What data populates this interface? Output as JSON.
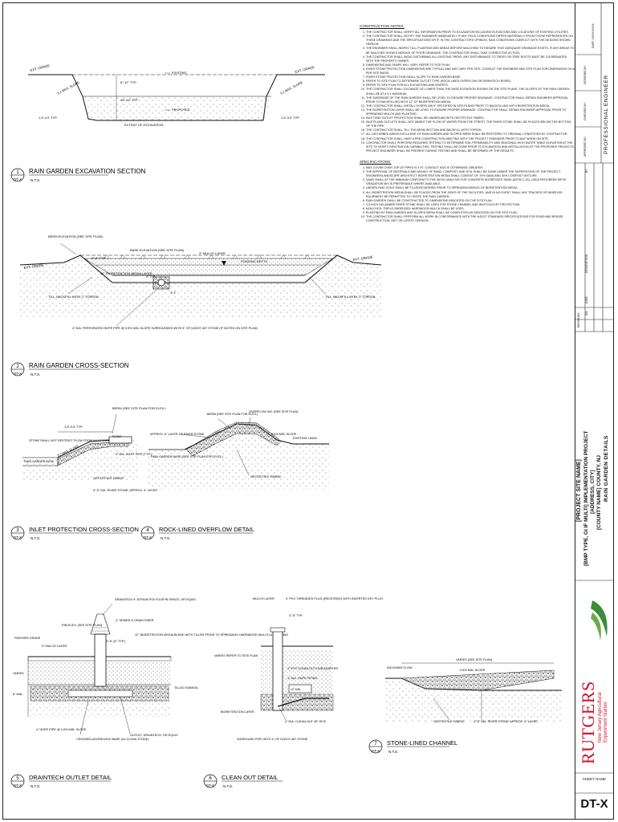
{
  "notes": {
    "construction_heading": "CONSTRUCTION NOTES:",
    "construction": [
      "THE CONTRACTOR SHALL VERIFY ALL INFORMATION PRIOR TO EXCAVATION INCLUDING ELEVATIONS AND LOCATIONS OF EXISTING UTILITIES.",
      "THE CONTRACTOR SHALL NOTIFY THE ENGINEER IMMEDIATELY IF ANY FIELD CONDITIONS DIFFER MATERIALLY FROM THOSE REPRESENTED ON THESE DRAWINGS AND THE SPECIFICATIONS OR IF, IN THE CONTRACTOR'S OPINION, SAID CONDITIONS CONFLICT WITH THE DESIGNS SHOWN HEREON.",
      "THE ENGINEER SHALL INSPECT ALL PLANTING BED AREAS BEFORE MULCHING TO ENSURE THAT ADEQUATE DRAINAGE EXISTS. IF ANY AREAS TO BE MULCHED SHOW EVIDENCE OF POOR DRAINAGE, THE CONTRACTOR SHALL TAKE CORRECTIVE ACTION.",
      "THE CONTRACTOR SHALL AVOID DISTURBING ALL EXISTING TREES. ANY DISTURBANCE TO TREES OR TREE ROOTS MUST BE COORDINATED WITH THE PROPERTY OWNER.",
      "DIMENSIONS AND SHAPE WILL VARY. REFER TO SITE PLAN.",
      "RIVER STONE PROTECTION DIMENSIONS ARE TYPICAL AND MAY VARY PER SITE. CONSULT THE ENGINEER AND SITE PLAN FOR DIMENSIONS ON A PER SITE BASIS.",
      "RIVER STONE PROTECTION SHALL SLOPE TO RAIN GARDEN BASE.",
      "REFER TO SITE PLAN TO DETERMINE OUTLET TYPE (ROCK-LINED OVERFLOW OR DRAINTECH RISER).",
      "REFER TO SITE PLAN FOR ALL ELEVATIONS AND INVERTS.",
      "THE CONTRACTOR SHALL EXCAVATE 18\" LOWER THAN THE BASE ELEVATION SHOWN ON THE SITE PLANS. THE SLOPES OF THE RAIN GARDEN SHALL BE AT A 3:1 MAXIMUM.",
      "THE SUBGRADE OF THE RAIN GARDEN SHALL BE LEVEL TO ENSURE PROPER DRAINAGE. CONTRACTOR SHALL OBTAIN ENGINEER APPROVAL PRIOR TO BACKFILLING WITH 12\" OF BIORETENTION MEDIA.",
      "THE CONTRACTOR SHALL INSTALL OVERFLOW IF SPECIFIED IN SITE PLANS PRIOR TO BACKFILLING WITH BIORETENTION MEDIA.",
      "THE BIORETENTION LAYER SHALL BE LEVEL TO ENSURE PROPER DRAINAGE. CONTRACTOR SHALL OBTAIN ENGINEER APPROVAL PRIOR TO SPREADING MULCH AND PLANTING.",
      "INLET AND OUTLET PROTECTION SHALL BE UNDERLAIN WITH GEOTEXTILE FABRIC.",
      "INLETS AND OUTLETS SHALL NOT INHIBIT THE FLOW OF WATER FROM THE STREET. THE RIVER STONE SHALL BE PLACED BELOW THE BOTTOM OF THE PIPE.",
      "THE CONTRACTOR SHALL TILL THE BERM SECTION AND BACKFILL WITH TOPSOIL.",
      "ALL DISTURBED AREAS EXCLUSIVE OF RAIN GARDEN AND SLOPED BERM SHALL BE RESTORED TO ORIGINAL CONDITIONS BY CONTRACTOR.",
      "THE CONTRACTOR SHALL HAVE A PRE-CONSTRUCTION MEETING WITH THE PROJECT ENGINEER PRIOR TO ANY WORK ON SITE.",
      "CONTRACTOR SHALL PERFORM REQUIRED TESTING TO DETERMINE SOIL PERMEABILITY AND SEASONAL HIGH WATER TABLE ELEVATION AT THE SITE TO VERIFY INFILTRATION CAPABILITIES. TESTING SHALL BE DONE PRIOR TO EXCAVATION AND INSTALLATION OF THE PROPOSED PROJECTS. PROJECT ENGINEER SHALL BE PRESENT DURING TESTING AND SHALL BE INFORMED OF THE RESULTS."
    ],
    "spec_heading": "SPECIFICATIONS:",
    "specifications": [
      "MAX COVER OVER TOP OF PIPES IS 4 FT. CONTACT NGS IF OTHERWISE GREATER.",
      "THE APPROVAL OF MATERIALS AND MIXING OF SAND, COMPOST, AND SOIL SHALL BE DONE UNDER THE SUPERVISION OF THE PROJECT ENGINEER/LANDSCAPE ARCHITECT. BIORETENTION MEDIA SHALL CONSIST OF 70% SAND AND 30% COMPOST MIXTURE.",
      "SAND SHALL AT THE MINIMUM CONFORM TO THE SIEVE ANALYSIS FOR CONCRETE AGGREGATE SAND (ASTM C-33). USDA FEE/GREEN SIEVE GRADATION MIX IS PREFERABLE WHERE AVAILABLE.",
      "UNDERLYING SOILS SHALL BE TILLED/SCARIFIED PRIOR TO SPREADING/MIXING OF BIORETENTION MEDIA.",
      "ALL BIORETENTION MEDIA SHALL BE PLACED FROM THE SIDES OF THE FACILITIES, AND IN NO EVENT SHALL ANY TRACKED OR WHEELED EQUIPMENT BE PERMITTED TO CROSS THE RAIN GARDEN.",
      "RAIN GARDEN SHALL BE CONSTRUCTED TO DIMENSIONS INDICATED ON THE SITE PLAN.",
      "3-5 INCH DELAWARE RIVER STONE SHALL BE USED FOR STONE CHANNEL AND INLET/OUTLET PROTECTION.",
      "NON-DYED, TRIPLE-SHREDDED HARDWOOD MULCH SHALL BE USED.",
      "PLANTING BY RAIN GARDEN AND SLOPED BERM SHALL BE COMPLETED AS INDICATED ON THE SITE PLAN.",
      "THE CONTRACTOR SHALL PERFORM ALL WORK IN CONFORMANCE WITH THE NJDOT STANDARD SPECIFICATIONS FOR ROAD AND BRIDGE CONSTRUCTION, 2007 OR LATEST VERSION."
    ]
  },
  "details": [
    {
      "num": "1",
      "sheet": "DT-X",
      "title": "RAIN GARDEN EXCAVATION SECTION",
      "scale": "N.T.S."
    },
    {
      "num": "2",
      "sheet": "DT-X",
      "title": "RAIN GARDEN CROSS-SECTION",
      "scale": "N.T.S."
    },
    {
      "num": "3",
      "sheet": "DT-X",
      "title": "INLET PROTECTION CROSS-SECTION",
      "scale": "N.T.S."
    },
    {
      "num": "4",
      "sheet": "DT-X",
      "title": "ROCK-LINED OVERFLOW DETAIL",
      "scale": "N.T.S."
    },
    {
      "num": "5",
      "sheet": "DT-X",
      "title": "DRAINTECH OUTLET DETAIL",
      "scale": "N.T.S."
    },
    {
      "num": "6",
      "sheet": "DT-X",
      "title": "CLEAN OUT DETAIL",
      "scale": "N.T.S."
    },
    {
      "num": "7",
      "sheet": "DT-X",
      "title": "STONE-LINED CHANNEL",
      "scale": "N.T.S."
    }
  ],
  "labels": {
    "d1": [
      "EXT. GRADE",
      "EXISTING",
      "6\"-12\" TYP.",
      "3:1 MAX. SLOPE",
      "18\"-24\" TYP.",
      "EXT. GRADE",
      "3:1 MAX. SLOPE",
      "PROPOSED",
      "EXTENT OF EXCAVATION",
      "1.5'-3.0' TYP.",
      "1.5'-3.0' TYP."
    ],
    "d2": [
      "BERM ELEVATION (SEE SITE PLAN)",
      "BASE ELEVATION (SEE SITE PLAN)",
      "3\" MULCH LAYER",
      "3\"-6\" TYP.",
      "EXT. GRADE",
      "PONDING DEPTH",
      "EXT. GRADE",
      "12\" BIORETENTION MEDIA LAYER",
      "TILL, BACKFILL WITH 2\" TOPSOIL",
      "TILL, BACKFILL WITH 2\" TOPSOIL",
      "4\" DIA. PERFORATED HDPE PIPE @ 0.5% MIN. SLOPE SURROUNDED WITH 4\" OF NJDOT #57 STONE (IF NOTED ON SITE PLAN)",
      "4\" TYP.",
      "3\"-4\""
    ],
    "d3": [
      "BERM (SEE SITE PLAN FOR ELEV.)",
      "1.5'-3.0' TYP.",
      "STONE SHALL NOT RESTRICT FLOW FROM INLET PIPE",
      "3:1 MAX. SLOPE",
      "FLOW",
      "4\" DIA. INLET PIPE (TYP.)",
      "RAIN GARDEN BASE",
      "GEOTEXTILE FABRIC",
      "3\"-5\" DIA. RIVER STONE; APPROX. 6\" LAYER"
    ],
    "d4": [
      "BERM (SEE SITE PLAN FOR ELEV.)",
      "OVERFLOW INV. (SEE SITE PLAN)",
      "APPROX. 6\" LAYER OF RIVER STONE",
      "0.5% MIN. SLOPE",
      "EXISTING LAWN",
      "RAIN GARDEN BASE (SEE SITE PLAN FOR ELEV.)",
      "GEOTEXTILE FABRIC"
    ],
    "d5": [
      "DRAINTECH 4\" ATRIUM POLYOLEFIN GRATE, OR EQUIV.",
      "RIM ELEV. (SEE SITE PLAN)",
      "4\" SEWER & DRAIN RISER",
      "12\" BIORETENTION MEDIA BLEND WITH TILLER PRIOR TO SPREADING HARDWOOD MULCH & PLANTING",
      "FINISHED GRADE",
      "3\" MULCH LAYER",
      "3\"-6\" (6\" TYP.)",
      "VARIES",
      "TILLED SUBSOIL",
      "6\" MIN.",
      "4\" HDPE PIPE @ 0.5% MIN. SLOPE",
      "CRUSHED AGGREGATE BASE (NJ CLEAN STONE)",
      "OUTLET, DRAINTECH, OR EQUIV."
    ],
    "d6": [
      "MULCH LAYER",
      "4\" PVC THREADED PLUG (RECESSED) WITH INVERTED KEY PLUG",
      "3\"-6\" TYP.",
      "VARIES REFER TO SITE PLAN",
      "4\" PVC CLEAN-OUT HUB ADAPTER",
      "4\" DIA. HDPE PIPING",
      "BIORETENTION LAYER",
      "4\" DIA. CLEAN-OUT 45° WYE",
      "SURROUND PIPE WITH 4\" OF NJDOT #57 STONE",
      "12\" MIN."
    ],
    "d7": [
      "VARIES (SEE SITE PLAN)",
      "INCOMING FLOW",
      "0.5% MIN. SLOPE",
      "GEOTEXTILE FABRIC",
      "3\"-5\" DIA. RIVER STONE; APPROX. 6\" LAYER"
    ]
  },
  "titleblock": {
    "engineer_heading": "PROFESSIONAL ENGINEER",
    "date_label": "DATE: XX/XX/XXXX",
    "designed_label": "DESIGNED BY:",
    "checked_label": "CHECKED BY:",
    "approved_label": "APPROVED BY:",
    "revisions_label": "REVISIONS",
    "no_label": "NO.",
    "date_col": "DATE",
    "description_col": "DESCRIPTION",
    "by_col": "BY",
    "project_line1": "[PROJECT SITE NAME]",
    "project_line2": "[BMP TYPE, GI IF MULTI] IMPLEMENTATION PROJECT",
    "project_line3": "[ADDRESS, CITY]",
    "project_line4": "[COUNTY NAME] COUNTY, NJ",
    "drawing_title": "RAIN GARDEN DETAILS",
    "logo_text": "RUTGERS",
    "logo_sub1": "New Jersey Agricultural",
    "logo_sub2": "Experiment Station",
    "sheet_name_label": "SHEET NAME",
    "sheet_number": "DT-X"
  }
}
